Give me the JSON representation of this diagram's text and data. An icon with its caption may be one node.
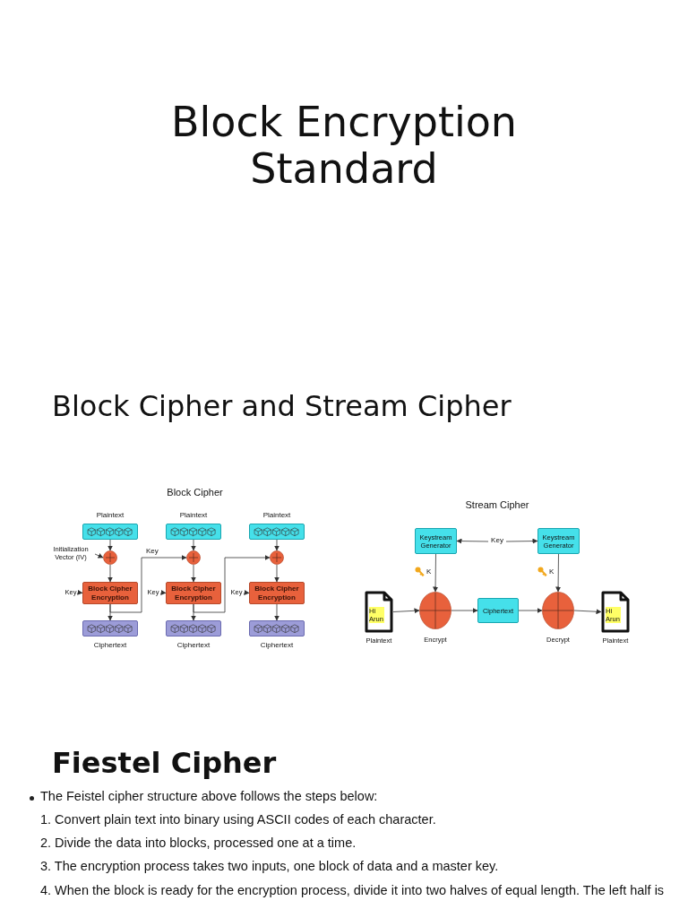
{
  "diagram": {
    "title": "Block Encryption Standard",
    "nodes": [
      {
        "text": [
          "Plaintext"
        ]
      },
      {
        "text": [
          "Plaintext"
        ]
      },
      {
        "text": [
          "Plaintext"
        ]
      },
      {
        "text": [
          "Initialization Vector (IV)"
        ]
      },
      {
        "text": [],
        "shape": "circle"
      },
      {
        "text": [],
        "shape": "circle"
      },
      {
        "text": [],
        "shape": "circle"
      },
      {
        "text": [
          "Block Cipher Encryption"
        ]
      },
      {
        "text": [
          "Block Cipher Encryption"
        ]
      },
      {
        "text": [
          "Block Cipher Encryption"
        ]
      },
      {
        "text": [
          "Key"
        ]
      },
      {
        "text": [
          "Key"
        ]
      },
      {
        "text": [
          "Key"
        ]
      },
      {
        "text": [
          "Ciphertext"
        ]
      },
      {
        "text": [
          "Ciphertext"
        ]
      },
      {
        "text": [
          "Ciphertext"
        ]
      },
      {
        "text": [
          "Keystream Generator"
        ]
      },
      {
        "text": [
          "Keystream Generator"
        ]
      },
      {
        "text": [
          "Key"
        ]
      },
      {
        "text": [
          "Hi Arun",
          "Plaintext"
        ]
      },
      {
        "text": [
          "Encrypt"
        ]
      },
      {
        "text": [
          "Ciphertext"
        ]
      },
      {
        "text": [
          "Decrypt"
        ]
      },
      {
        "text": [
          "Hi Arun",
          "Plaintext"
        ]
      }
    ],
    "edges": [
      {
        "from": 0,
        "to": 4,
        "arrow": "to"
      },
      {
        "from": 3,
        "to": 4,
        "arrow": "to"
      },
      {
        "from": 4,
        "to": 7,
        "arrow": "to"
      },
      {
        "from": 10,
        "to": 7,
        "arrow": "to"
      },
      {
        "from": 7,
        "to": 13,
        "arrow": "to"
      },
      {
        "from": 7,
        "to": 5,
        "arrow": "to",
        "label": "Key"
      },
      {
        "from": 1,
        "to": 5,
        "arrow": "to"
      },
      {
        "from": 5,
        "to": 8,
        "arrow": "to"
      },
      {
        "from": 11,
        "to": 8,
        "arrow": "to"
      },
      {
        "from": 8,
        "to": 14,
        "arrow": "to"
      },
      {
        "from": 8,
        "to": 6,
        "arrow": "to"
      },
      {
        "from": 2,
        "to": 6,
        "arrow": "to"
      },
      {
        "from": 6,
        "to": 9,
        "arrow": "to"
      },
      {
        "from": 12,
        "to": 9,
        "arrow": "to"
      },
      {
        "from": 9,
        "to": 15,
        "arrow": "to"
      },
      {
        "from": 18,
        "to": 16,
        "arrow": "to"
      },
      {
        "from": 18,
        "to": 17,
        "arrow": "to"
      },
      {
        "from": 16,
        "to": 20,
        "arrow": "to",
        "label": "K"
      },
      {
        "from": 17,
        "to": 22,
        "arrow": "to",
        "label": "K"
      },
      {
        "from": 19,
        "to": 20,
        "arrow": "to"
      },
      {
        "from": 20,
        "to": 21,
        "arrow": "to"
      },
      {
        "from": 21,
        "to": 22,
        "arrow": "to"
      },
      {
        "from": 22,
        "to": 23,
        "arrow": "to"
      }
    ],
    "labels": [
      "Block Cipher and Stream Cipher",
      "Block Cipher",
      "Stream Cipher",
      "Fiestel Cipher",
      "The Feistel cipher structure above follows the steps below:",
      "1. Convert plain text into binary using ASCII codes of each character.",
      "2. Divide the data into blocks, processed one at a time.",
      "3. The encryption process takes two inputs, one block of data and a master key.",
      "4. When the block is ready for the encryption process, divide it into two halves of equal length. The left half is"
    ]
  }
}
